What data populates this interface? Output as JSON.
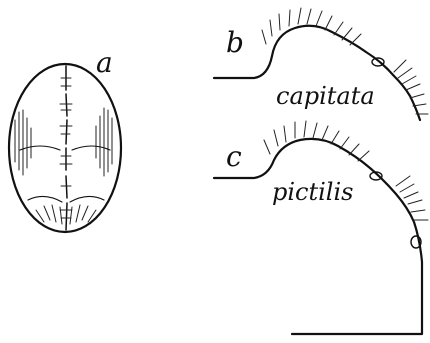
{
  "figure": {
    "labels": {
      "a": "a",
      "b": "b",
      "c": "c"
    },
    "captions": {
      "b": "capitata",
      "c": "pictilis"
    }
  }
}
